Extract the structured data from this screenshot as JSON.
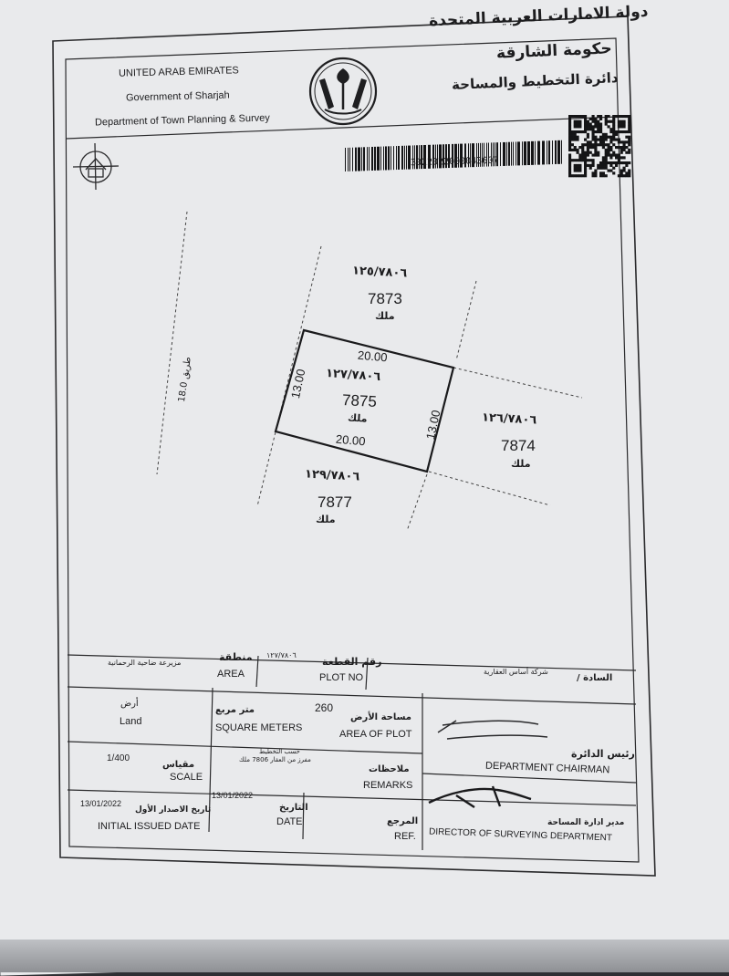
{
  "header": {
    "country_en": "UNITED ARAB EMIRATES",
    "government_en": "Government of Sharjah",
    "department_en": "Department of Town Planning & Survey",
    "country_ar": "دولة الامارات العربية المتحدة",
    "government_ar": "حكومة الشارقة",
    "department_ar": "دائرة التخطيط والمساحة",
    "barcode_number": "3022022000043607",
    "logo_icon": "sharjah-emblem-icon",
    "qr_icon": "qr-code-icon"
  },
  "map": {
    "road_label": "طريق 18.0",
    "plots": [
      {
        "id": "north",
        "ref_ar": "١٢٥/٧٨٠٦",
        "number": "7873",
        "type_ar": "ملك"
      },
      {
        "id": "subject",
        "ref_ar": "١٢٧/٧٨٠٦",
        "number": "7875",
        "type_ar": "ملك"
      },
      {
        "id": "east",
        "ref_ar": "١٢٦/٧٨٠٦",
        "number": "7874",
        "type_ar": "ملك"
      },
      {
        "id": "south",
        "ref_ar": "١٢٩/٧٨٠٦",
        "number": "7877",
        "type_ar": "ملك"
      }
    ],
    "dimensions": {
      "top": "20.00",
      "bottom": "20.00",
      "left": "13.00",
      "right": "13.00"
    }
  },
  "form": {
    "area_value_ar": "مزيرعة ضاحية الرحمانية",
    "area_label_ar": "منطقة",
    "area_label_en": "AREA",
    "plot_no_value": "١٢٧/٧٨٠٦",
    "plot_no_label_ar": "رقم القطعة",
    "plot_no_label_en": "PLOT NO",
    "owner_label_ar": "السادة /",
    "owner_value_ar": "شركة أساس العقارية",
    "land_type_ar": "أرض",
    "land_type_en": "Land",
    "area_of_plot_value": "260",
    "sq_m_ar": "متر مربع",
    "sq_m_en": "SQUARE METERS",
    "area_of_plot_label_ar": "مساحة الأرض",
    "area_of_plot_label_en": "AREA OF PLOT",
    "chairman_label_ar": "رئيس الدائرة",
    "chairman_label_en": "DEPARTMENT CHAIRMAN",
    "scale_value": "1/400",
    "scale_label_ar": "مقياس",
    "scale_label_en": "SCALE",
    "remarks_value_line1": "حسب التخطيط",
    "remarks_value_line2": "مفرز من العقار 7806 ملك",
    "remarks_label_ar": "ملاحظات",
    "remarks_label_en": "REMARKS",
    "initial_date_value": "13/01/2022",
    "initial_date_label_ar": "تاريخ الاصدار الأول",
    "initial_date_label_en": "INITIAL ISSUED DATE",
    "date_value": "13/01/2022",
    "date_label_ar": "التاريخ",
    "date_label_en": "DATE",
    "ref_label_ar": "المرجع",
    "ref_label_en": "REF.",
    "director_label_ar": "مدير ادارة المساحة",
    "director_label_en": "DIRECTOR OF SURVEYING DEPARTMENT"
  }
}
